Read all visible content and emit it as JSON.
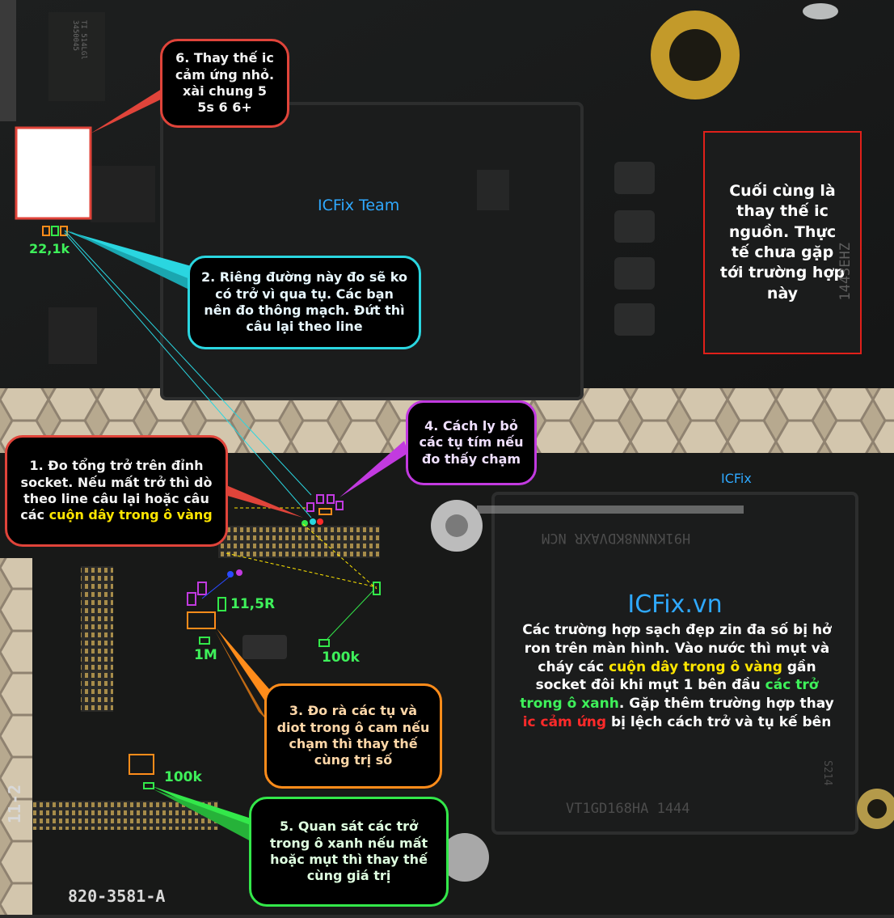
{
  "image_title": "ICFix.vn",
  "watermark_top": "ICFix Team",
  "watermark_mid": "ICFix",
  "chip_text_top": "1443EHZ",
  "chip_text_mid": "H91KNNN8KDVAXR NCM",
  "chip_text_bottom": "VT1GD168HA 1444",
  "chip_code": "S214",
  "board_number": "820-3581-A",
  "board_rev": "11-2",
  "small_chip_label": "TI 514LGl\n3450045",
  "callouts": [
    {
      "id": 1,
      "text_before": "1. Đo tổng trở trên đỉnh socket. Nếu mất trở thì dò theo line câu lại hoặc câu các ",
      "highlight": "cuộn dây trong ô vàng",
      "color": "red"
    },
    {
      "id": 2,
      "text": "2. Riêng đường này đo sẽ ko có trở vì qua tụ. Các bạn nên đo thông mạch. Đứt thì câu lại theo line",
      "color": "cyan"
    },
    {
      "id": 3,
      "text": "3. Đo rà các tụ và diot trong ô cam nếu chạm thì thay thế cùng trị số",
      "color": "orange"
    },
    {
      "id": 4,
      "text": "4. Cách ly bỏ các tụ tím nếu đo thấy chạm",
      "color": "purple"
    },
    {
      "id": 5,
      "text": "5. Quan sát các trở trong ô xanh nếu mất hoặc mụt thì thay thế cùng giá trị",
      "color": "green"
    },
    {
      "id": 6,
      "text": "6. Thay thế ic cảm ứng nhỏ. xài chung 5 5s 6 6+",
      "color": "red"
    }
  ],
  "top_right_panel": "Cuối cùng là thay thế ic nguồn. Thực tế chưa gặp tới trường hợp này",
  "info_panel": {
    "t1": "Các trường hợp sạch đẹp zin đa số bị hở ron trên màn hình. Vào nước thì mụt và cháy các ",
    "h1": "cuộn dây trong ô vàng",
    "t2": " gần socket đôi khi mụt 1 bên đầu ",
    "h2": "các trở trong ô xanh",
    "t3": ". Gặp thêm trường hợp thay ",
    "h3": "ic cảm ứng",
    "t4": " bị lệch cách trở và tụ kế bên"
  },
  "value_labels": [
    "22,1k",
    "11,5R",
    "1M",
    "100k",
    "100k"
  ],
  "colors": {
    "red": "#e0443a",
    "cyan": "#2ad6e0",
    "purple": "#c23ae0",
    "orange": "#ff8c1a",
    "green": "#33e84a",
    "yellow": "#ffe600",
    "blue": "#2fa9ff"
  }
}
